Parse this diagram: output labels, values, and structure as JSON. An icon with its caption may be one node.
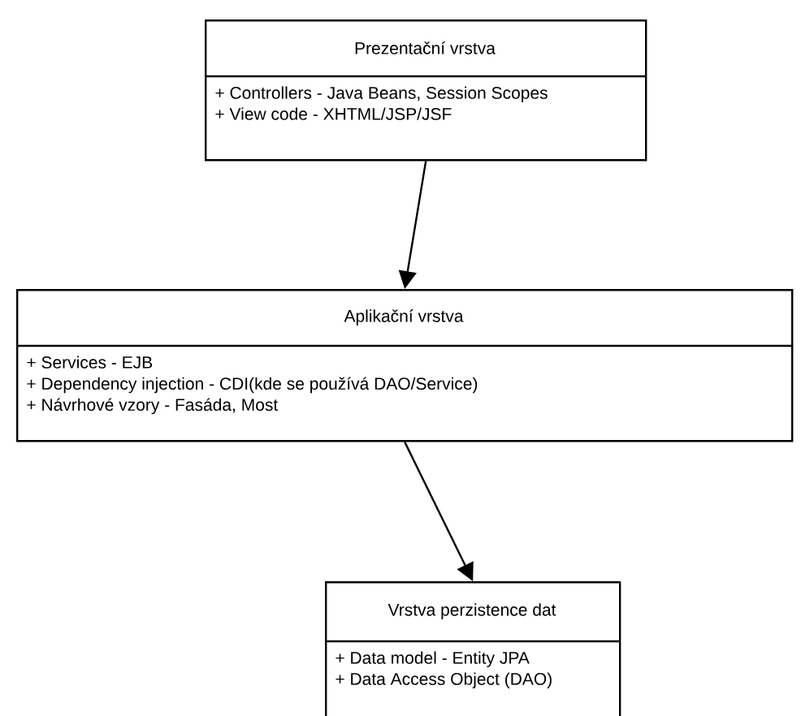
{
  "diagram": {
    "nodes": [
      {
        "text": [
          "Prezentační vrstva",
          "+ Controllers - Java Beans, Session Scopes",
          "+ View code - XHTML/JSP/JSF"
        ]
      },
      {
        "text": [
          "Aplikační vrstva",
          "+ Services - EJB",
          "+ Dependency injection - CDI(kde se používá DAO/Service)",
          "+ Návrhové vzory - Fasáda, Most"
        ]
      },
      {
        "text": [
          "Vrstva perzistence dat",
          "+ Data model - Entity JPA",
          "+ Data Access Object (DAO)"
        ]
      }
    ],
    "edges": [
      {
        "from": 0,
        "to": 1,
        "arrow": "to"
      },
      {
        "from": 1,
        "to": 2,
        "arrow": "to"
      }
    ]
  }
}
